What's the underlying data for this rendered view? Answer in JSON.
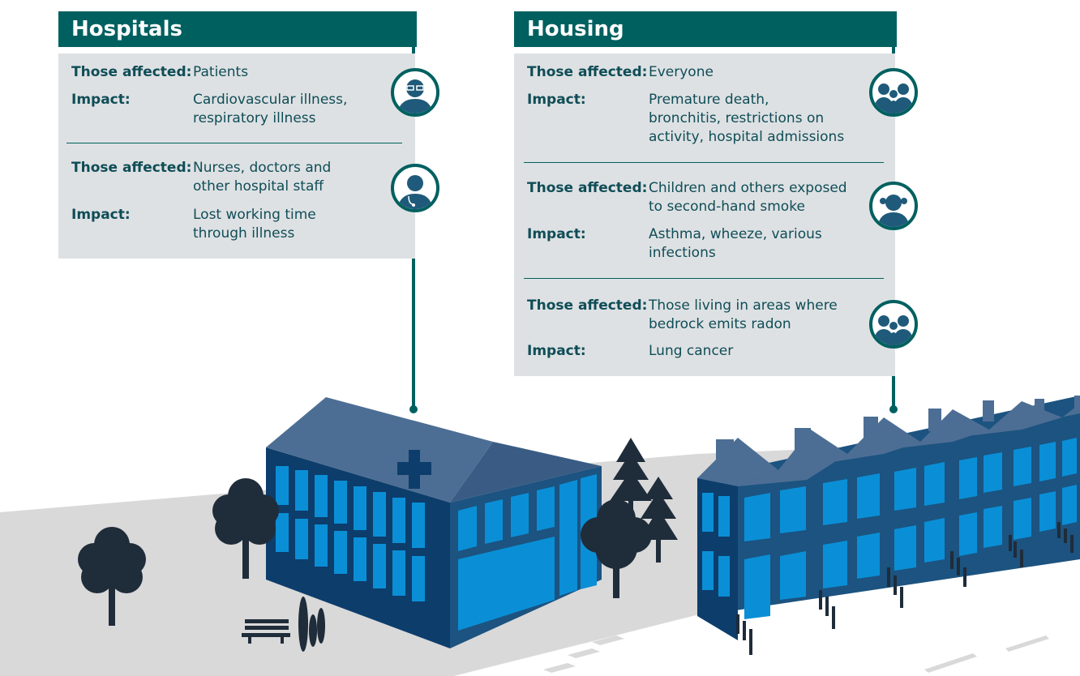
{
  "colors": {
    "header": "#006060",
    "panel": "#dee1e3",
    "text": "#0f4d57",
    "connector": "#006060",
    "building_dark": "#0d3d6b",
    "roof": "#4d6e94",
    "window": "#0a8fd6",
    "tree": "#1f2c3a",
    "ground": "#d9d9d9"
  },
  "hospitals": {
    "title": "Hospitals",
    "groups": [
      {
        "affected_label": "Those affected:",
        "affected": "Patients",
        "impact_label": "Impact:",
        "impact": "Cardiovascular illness,\nrespiratory illness",
        "icon": "patient-icon"
      },
      {
        "affected_label": "Those affected:",
        "affected": "Nurses, doctors and\nother hospital staff",
        "impact_label": "Impact:",
        "impact": "Lost working time\nthrough illness",
        "icon": "doctor-icon"
      }
    ]
  },
  "housing": {
    "title": "Housing",
    "groups": [
      {
        "affected_label": "Those affected:",
        "affected": "Everyone",
        "impact_label": "Impact:",
        "impact": "Premature death,\nbronchitis, restrictions on\nactivity, hospital admissions",
        "icon": "family-icon"
      },
      {
        "affected_label": "Those affected:",
        "affected": "Children and others exposed\nto second-hand smoke",
        "impact_label": "Impact:",
        "impact": "Asthma, wheeze, various\ninfections",
        "icon": "child-icon"
      },
      {
        "affected_label": "Those affected:",
        "affected": "Those living in areas where\nbedrock emits radon",
        "impact_label": "Impact:",
        "impact": "Lung cancer",
        "icon": "family-icon"
      }
    ]
  }
}
